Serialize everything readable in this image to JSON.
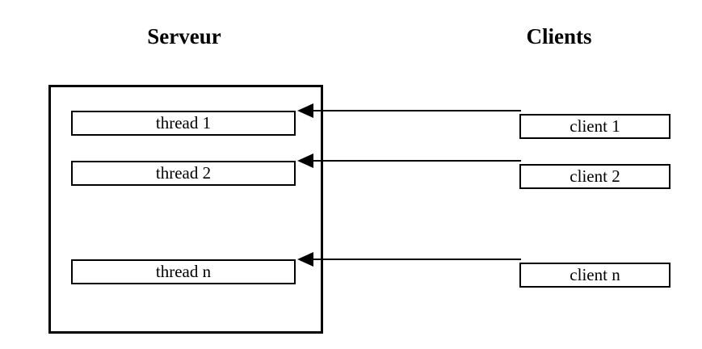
{
  "diagram": {
    "title_left": "Serveur",
    "title_right": "Clients",
    "server": {
      "threads": [
        {
          "label": "thread 1"
        },
        {
          "label": "thread 2"
        },
        {
          "label": "thread n"
        }
      ]
    },
    "clients": [
      {
        "label": "client 1"
      },
      {
        "label": "client 2"
      },
      {
        "label": "client n"
      }
    ],
    "connections": [
      {
        "from": "client 1",
        "to": "thread 1",
        "direction": "client-to-thread"
      },
      {
        "from": "client 2",
        "to": "thread 2",
        "direction": "client-to-thread"
      },
      {
        "from": "client n",
        "to": "thread n",
        "direction": "client-to-thread"
      }
    ],
    "colors": {
      "stroke": "#000000",
      "background": "#ffffff",
      "text": "#000000"
    }
  }
}
